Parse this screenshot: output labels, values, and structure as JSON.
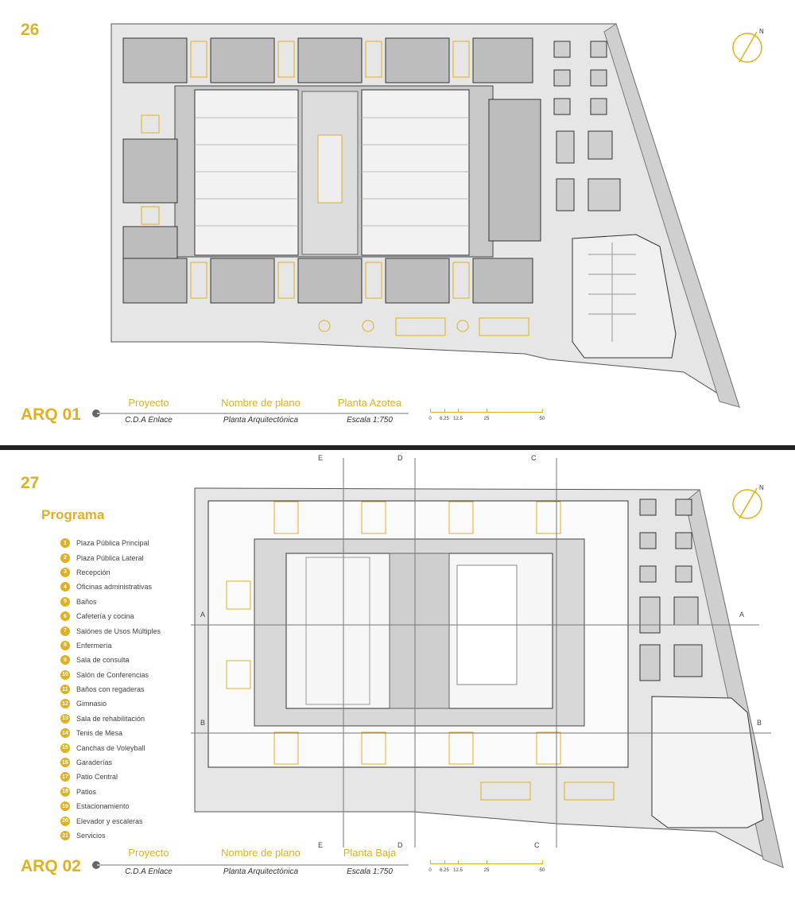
{
  "sheets": [
    {
      "page_number": "26",
      "code": "ARQ 01",
      "project_label": "Proyecto",
      "project_value": "C.D.A Enlace",
      "plan_name_label": "Nombre de plano",
      "plan_name_value": "Planta Arquitectónica",
      "plan_type": "Planta Azotea",
      "scale": "Escala 1:750"
    },
    {
      "page_number": "27",
      "code": "ARQ 02",
      "project_label": "Proyecto",
      "project_value": "C.D.A Enlace",
      "plan_name_label": "Nombre de plano",
      "plan_name_value": "Planta Arquitectónica",
      "plan_type": "Planta Baja",
      "scale": "Escala 1:750"
    }
  ],
  "scale_bar": {
    "labels": [
      "0",
      "6.25",
      "12.5",
      "25",
      "50"
    ]
  },
  "north_arrow": "N",
  "program": {
    "title": "Programa",
    "items": [
      {
        "n": "1",
        "label": "Plaza Pública Principal"
      },
      {
        "n": "2",
        "label": "Plaza Pública Lateral"
      },
      {
        "n": "3",
        "label": "Recepción"
      },
      {
        "n": "4",
        "label": "Oficinas administrativas"
      },
      {
        "n": "5",
        "label": "Baños"
      },
      {
        "n": "6",
        "label": "Cafetería y cocina"
      },
      {
        "n": "7",
        "label": "Salónes de Usos Múltiples"
      },
      {
        "n": "8",
        "label": "Enfermería"
      },
      {
        "n": "9",
        "label": "Sala de consulta"
      },
      {
        "n": "10",
        "label": "Salón de Conferencias"
      },
      {
        "n": "11",
        "label": "Baños con regaderas"
      },
      {
        "n": "12",
        "label": "Gimnasio"
      },
      {
        "n": "13",
        "label": "Sala de rehabilitación"
      },
      {
        "n": "14",
        "label": "Tenis de Mesa"
      },
      {
        "n": "15",
        "label": "Canchas de Voleyball"
      },
      {
        "n": "16",
        "label": "Garaderías"
      },
      {
        "n": "17",
        "label": "Patio Central"
      },
      {
        "n": "18",
        "label": "Patios"
      },
      {
        "n": "19",
        "label": "Estacionamiento"
      },
      {
        "n": "20",
        "label": "Elevador y escaleras"
      },
      {
        "n": "21",
        "label": "Servicios"
      }
    ]
  },
  "sections": {
    "E": "E",
    "D": "D",
    "C": "C",
    "A": "A",
    "B": "B"
  },
  "colors": {
    "accent": "#e0b020",
    "plan_gray": "#d4d4d4",
    "building": "#b8b8b8"
  }
}
